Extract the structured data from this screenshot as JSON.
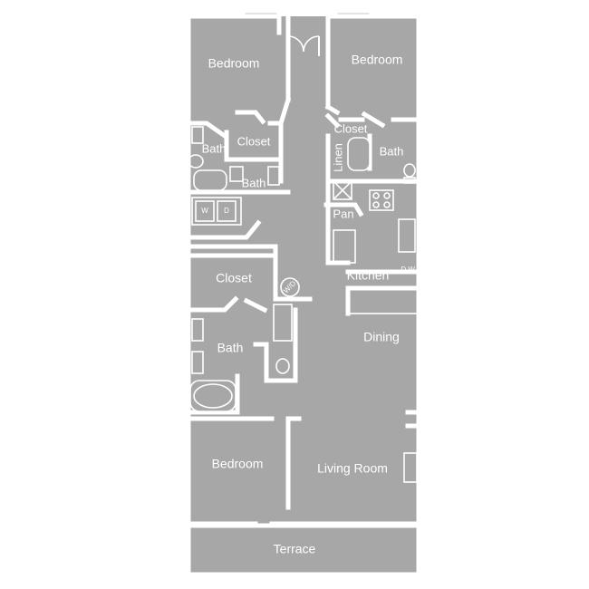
{
  "rooms": {
    "bedroom_top_left": "Bedroom",
    "bedroom_top_right": "Bedroom",
    "bath_left_1": "Bath",
    "closet_left_top": "Closet",
    "bath_left_2": "Bath",
    "closet_right_top": "Closet",
    "linen": "Linen",
    "bath_right": "Bath",
    "pantry": "Pan",
    "kitchen": "Kitchen",
    "dishwasher": "D.W.",
    "closet_mid_left": "Closet",
    "dining": "Dining",
    "bath_mid_left": "Bath",
    "bedroom_bottom_left": "Bedroom",
    "living_room": "Living Room",
    "terrace": "Terrace",
    "washer_dryer_wd": "W/D",
    "washer_dryer_w": "W",
    "washer_dryer_d": "D"
  },
  "colors": {
    "floor": "#a7a7a7",
    "walls": "#ffffff",
    "background": "#ffffff"
  }
}
